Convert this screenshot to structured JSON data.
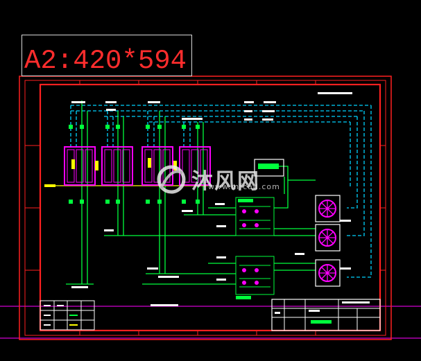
{
  "drawing": {
    "size_label": "A2:420*594",
    "watermark_text": "沐风网",
    "watermark_url": "www.mfcad.com"
  },
  "colors": {
    "border_outer": "#ff2020",
    "border_inner": "#ff2020",
    "pipe_supply": "#00ff3c",
    "pipe_return": "#00d4ff",
    "equipment_magenta": "#ff00ff",
    "equipment_yellow": "#ffff00",
    "text_white": "#ffffff",
    "bottom_line": "#d400d4"
  },
  "icons": {
    "logo": "mfcad-watermark-logo",
    "chiller": "cooling-tower-fan-icon"
  }
}
